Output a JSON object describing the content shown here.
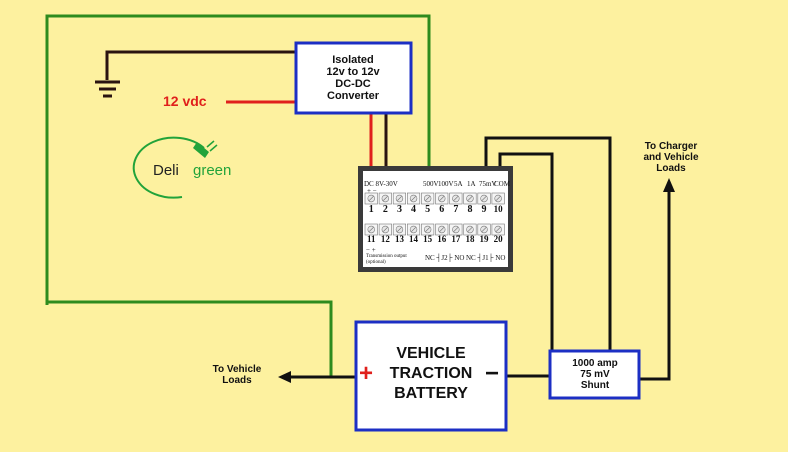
{
  "converter": {
    "label": "Isolated\n12v to 12v\nDC-DC\nConverter"
  },
  "supply": {
    "label": "12 vdc"
  },
  "battery": {
    "label": "VEHICLE\nTRACTION\nBATTERY",
    "plus": "+",
    "minus": "−"
  },
  "shunt": {
    "label": "1000 amp\n75 mV\nShunt"
  },
  "charger_loads": {
    "label": "To Charger\nand Vehicle\nLoads"
  },
  "vehicle_loads": {
    "label": "To Vehicle\nLoads"
  },
  "logo": {
    "part1": "Deli",
    "part2": "green"
  },
  "meter": {
    "dc_label": "DC 8V-30V",
    "polarity": "+  −",
    "v500": "500V",
    "v100": "100V",
    "a5": "5A",
    "a1": "1A",
    "mv75": "75mV",
    "com": "COM",
    "top_terminals": [
      "1",
      "2",
      "3",
      "4",
      "5",
      "6",
      "7",
      "8",
      "9",
      "10"
    ],
    "bottom_terminals": [
      "11",
      "12",
      "13",
      "14",
      "15",
      "16",
      "17",
      "18",
      "19",
      "20"
    ],
    "tx_pol": "−    +",
    "tx_label": "Transmission output\n(optional)",
    "j2": "NC ┤J2├ NO",
    "j1": "NC ┤J1├ NO"
  },
  "colors": {
    "background": "#fdf19f",
    "wire_green": "#2e8b1e",
    "wire_red": "#e0201c",
    "wire_dark": "#2a1410",
    "box_border": "#1c2fc4"
  },
  "icons": {
    "ground": "ground-icon",
    "logo": "plug-leaf-icon",
    "arrow": "arrow-icon"
  }
}
